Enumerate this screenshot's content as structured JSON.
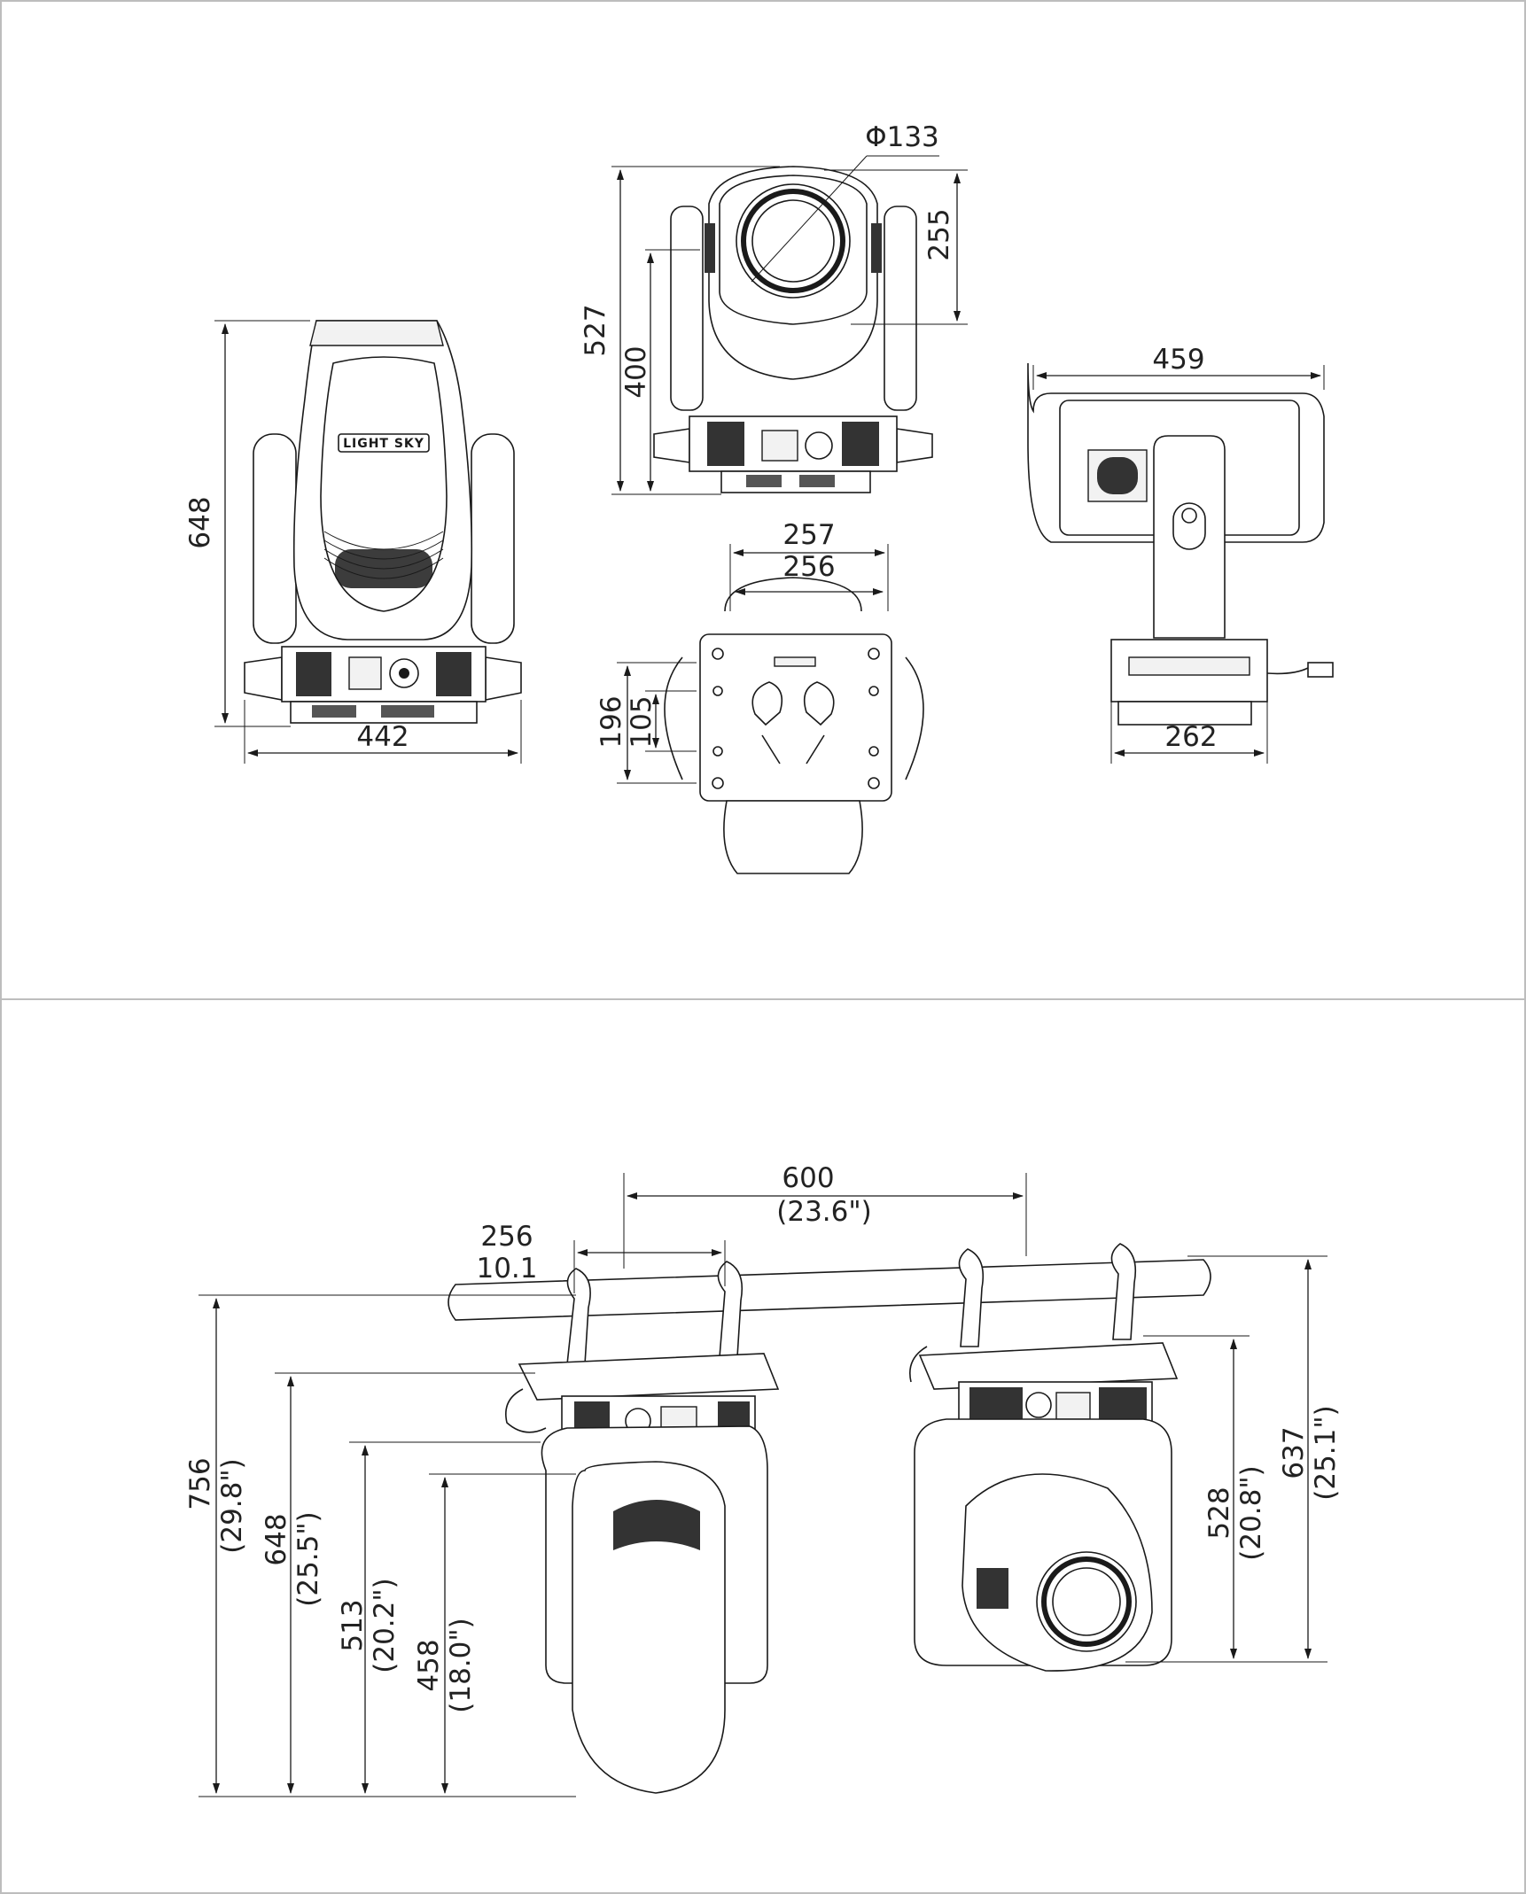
{
  "brand": {
    "logo_text": "LIGHT SKY"
  },
  "top_views": {
    "rear_view": {
      "height": "648",
      "width": "442"
    },
    "front_view": {
      "lens_diameter": "Φ133",
      "lens_height": "255",
      "total_height": "527",
      "tilt_axis_height": "400"
    },
    "base_view": {
      "width_outer": "257",
      "width_inner": "256",
      "depth_outer": "196",
      "depth_inner": "105"
    },
    "side_view": {
      "length": "459",
      "base_depth": "262"
    }
  },
  "rigging_views": {
    "clamp_spacing": {
      "mm": "600",
      "inch": "(23.6\")"
    },
    "clamp_width": {
      "mm": "256",
      "alt": "10.1"
    },
    "heights_left": [
      {
        "mm": "756",
        "inch": "(29.8\")"
      },
      {
        "mm": "648",
        "inch": "(25.5\")"
      },
      {
        "mm": "513",
        "inch": "(20.2\")"
      },
      {
        "mm": "458",
        "inch": "(18.0\")"
      }
    ],
    "heights_right": [
      {
        "mm": "528",
        "inch": "(20.8\")"
      },
      {
        "mm": "637",
        "inch": "(25.1\")"
      }
    ]
  }
}
